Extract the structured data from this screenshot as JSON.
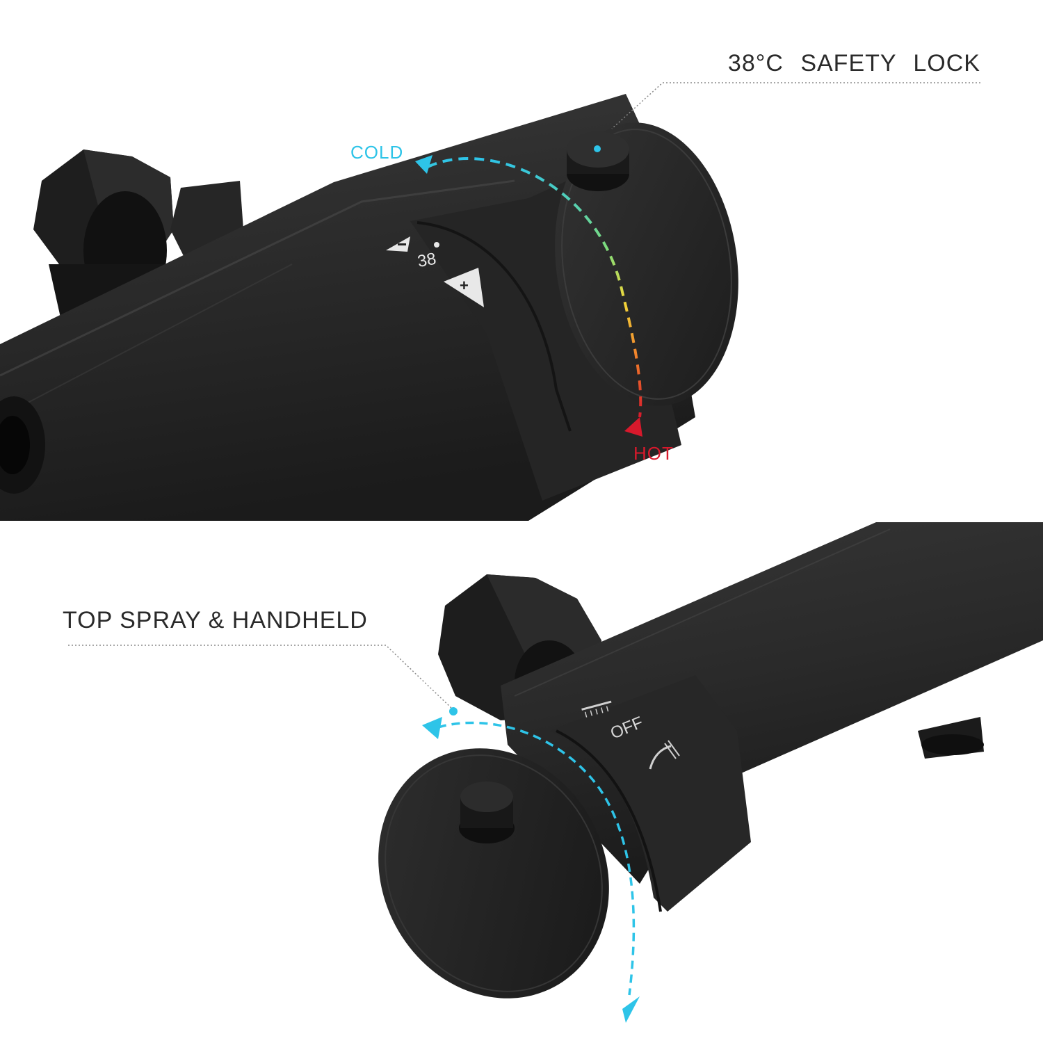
{
  "top_panel": {
    "callout": "38°C SAFETY LOCK",
    "cold_label": "COLD",
    "hot_label": "HOT",
    "dial_marking": "38",
    "colors": {
      "cold": "#2ec4e8",
      "warm": "#f2d83a",
      "hot": "#d8192c",
      "body": "#2b2b2b"
    }
  },
  "bottom_panel": {
    "callout": "TOP SPRAY & HANDHELD",
    "dial_marking": "OFF",
    "colors": {
      "arrow": "#2ec4e8",
      "body": "#2b2b2b"
    }
  },
  "icons": [
    "minus-arrow-icon",
    "plus-arrow-icon",
    "shower-head-icon",
    "handheld-shower-icon",
    "lock-button-icon"
  ]
}
